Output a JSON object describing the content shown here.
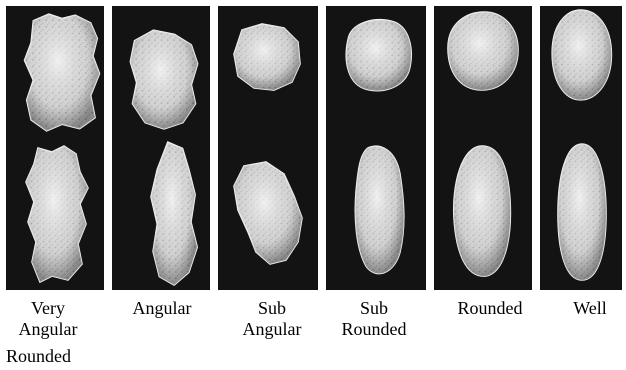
{
  "columns": [
    {
      "label": "Very\nAngular",
      "shape": "very-angular"
    },
    {
      "label": "Angular",
      "shape": "angular"
    },
    {
      "label": "Sub\nAngular",
      "shape": "sub-angular"
    },
    {
      "label": "Sub\nRounded",
      "shape": "sub-rounded"
    },
    {
      "label": "Rounded",
      "shape": "rounded"
    },
    {
      "label": "Well",
      "shape": "well-rounded"
    }
  ],
  "footer_label": "Rounded",
  "colors": {
    "panel_background": "#131313",
    "grain_fill": "#d9d9d9",
    "grain_edge": "#f2f2f2",
    "page_background": "#ffffff"
  }
}
